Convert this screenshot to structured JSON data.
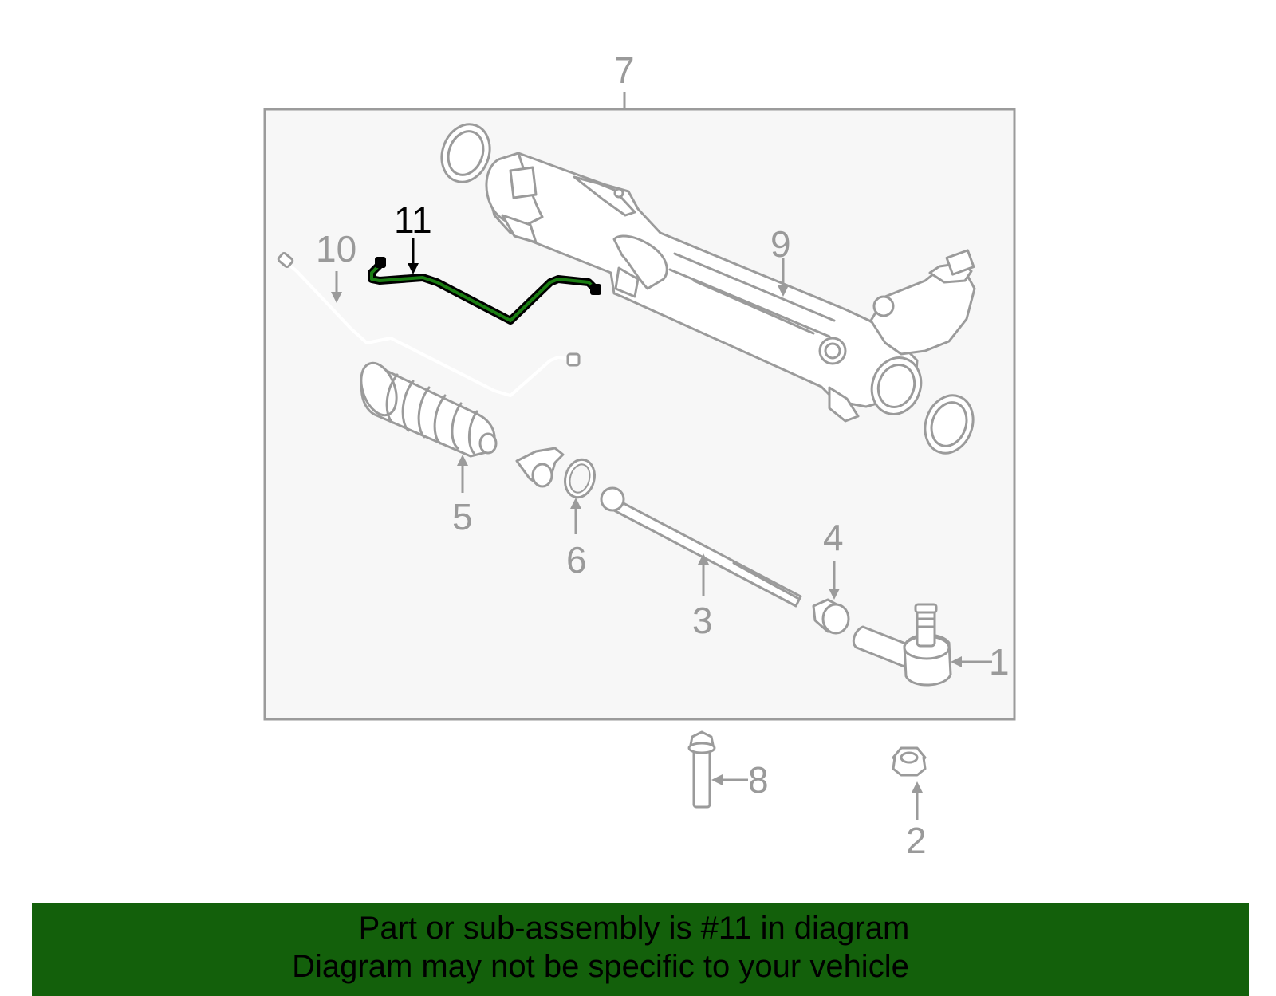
{
  "callouts": {
    "c1": "1",
    "c2": "2",
    "c3": "3",
    "c4": "4",
    "c5": "5",
    "c6": "6",
    "c7": "7",
    "c8": "8",
    "c9": "9",
    "c10": "10",
    "c11": "11"
  },
  "highlight": {
    "callout": "11",
    "color": "#13600b"
  },
  "colors": {
    "box_fill": "#f7f7f7",
    "outline": "#9b9b9b",
    "highlight_line": "#1a7d12",
    "banner": "#13600b"
  },
  "banner": {
    "line1": "Part or sub-assembly is #11 in diagram",
    "line2": "Diagram may not be specific to your vehicle"
  }
}
